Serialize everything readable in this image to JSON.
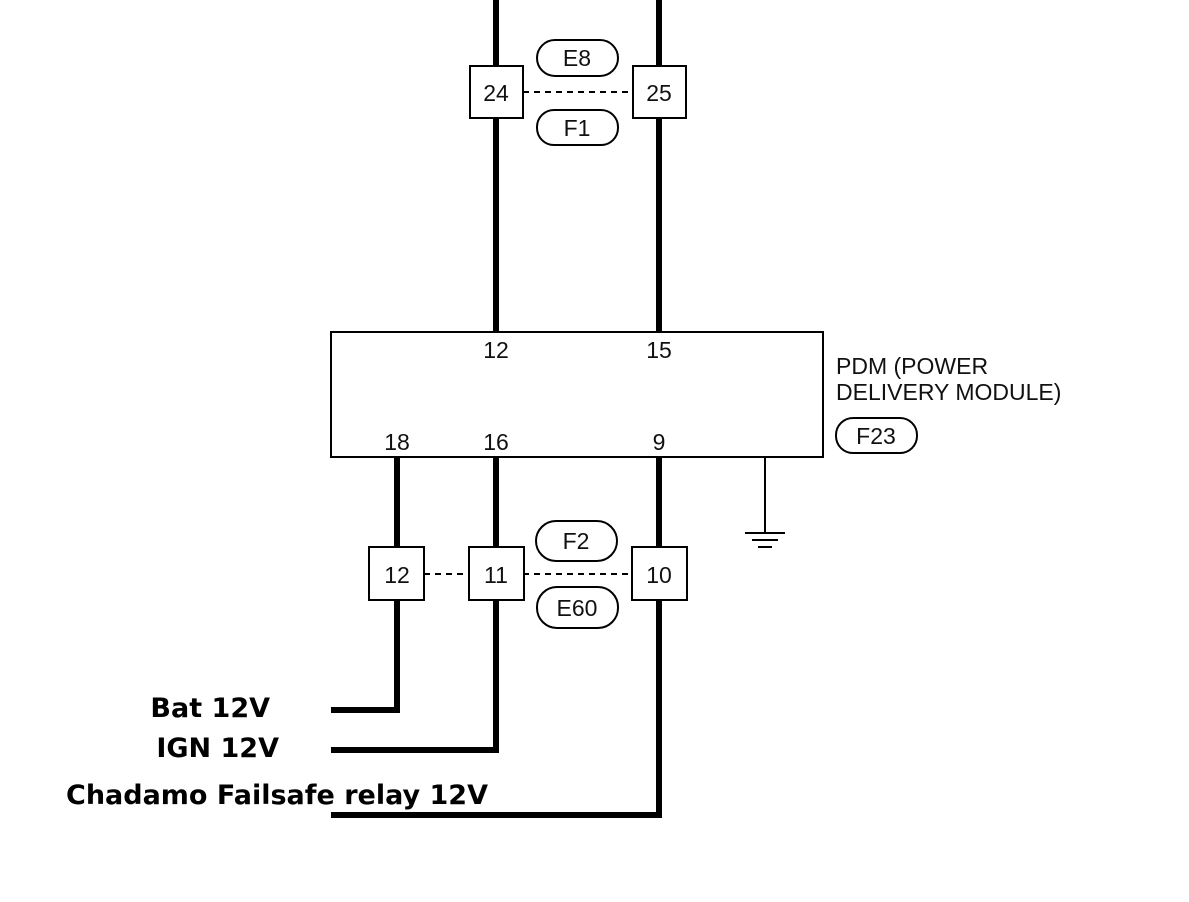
{
  "top_connector": {
    "pin_left": "24",
    "pin_right": "25",
    "id_top": "E8",
    "id_bottom": "F1"
  },
  "module": {
    "name_line1": "PDM (POWER",
    "name_line2": "DELIVERY MODULE)",
    "connector": "F23",
    "top_pins": [
      "12",
      "15"
    ],
    "bottom_pins": [
      "18",
      "16",
      "9"
    ]
  },
  "bottom_connector": {
    "pins": [
      "12",
      "11",
      "10"
    ],
    "id_top": "F2",
    "id_bottom": "E60"
  },
  "wire_labels": [
    "Bat 12V",
    "IGN 12V",
    "Chadamo Failsafe relay 12V"
  ]
}
